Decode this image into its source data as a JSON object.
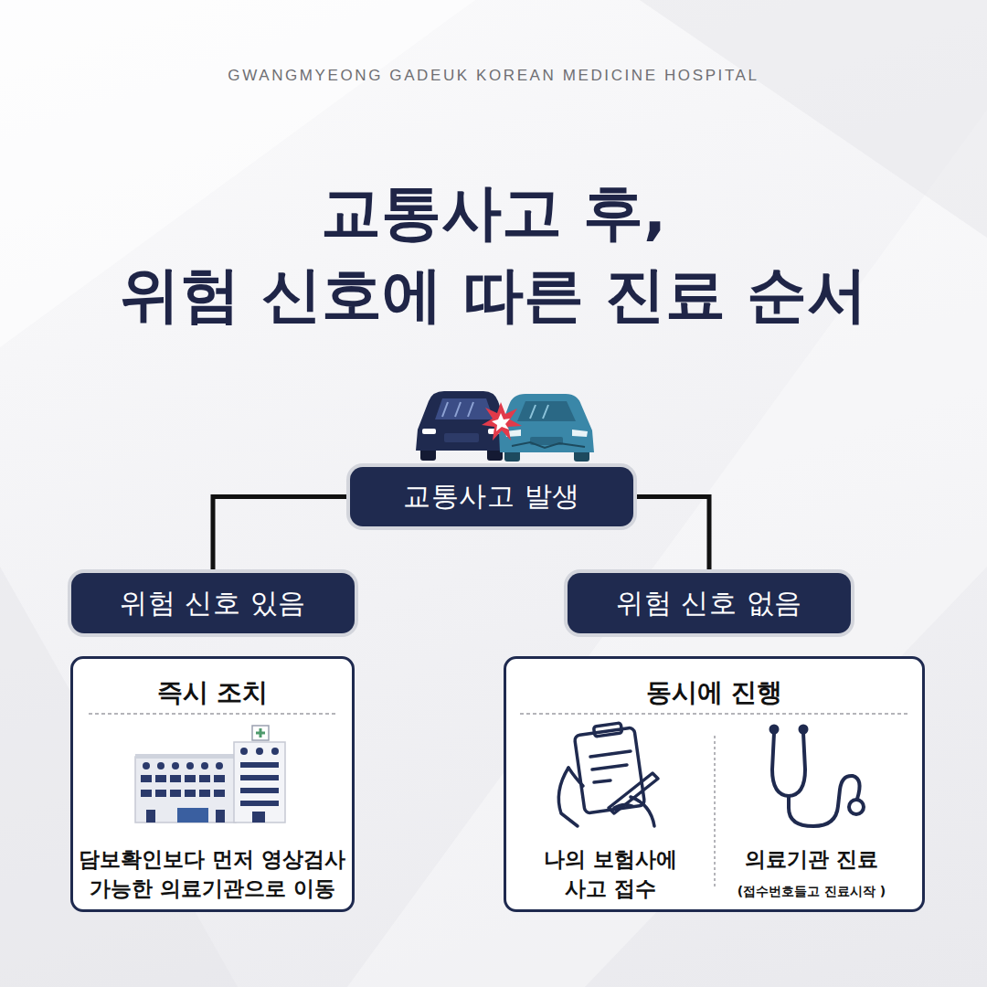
{
  "diagram": {
    "title": "교통사고 후, 위험 신호에 따른 진료 순서",
    "nodes": [
      {
        "text": [
          "교통사고 발생"
        ]
      },
      {
        "text": [
          "위험 신호 있음"
        ]
      },
      {
        "text": [
          "위험 신호 없음"
        ]
      },
      {
        "text": [
          "즉시 조치",
          "담보확인보다 먼저 영상검사 가능한 의료기관으로 이동"
        ]
      },
      {
        "text": [
          "동시에 진행",
          "나의 보험사에 사고 접수",
          "의료기관 진료",
          "(접수번호들고 진료시작 )"
        ]
      }
    ],
    "edges": [
      {
        "from": 0,
        "to": 1,
        "arrow": "none"
      },
      {
        "from": 0,
        "to": 2,
        "arrow": "none"
      }
    ],
    "labels": [
      "GWANGMYEONG GADEUK KOREAN MEDICINE HOSPITAL"
    ]
  }
}
